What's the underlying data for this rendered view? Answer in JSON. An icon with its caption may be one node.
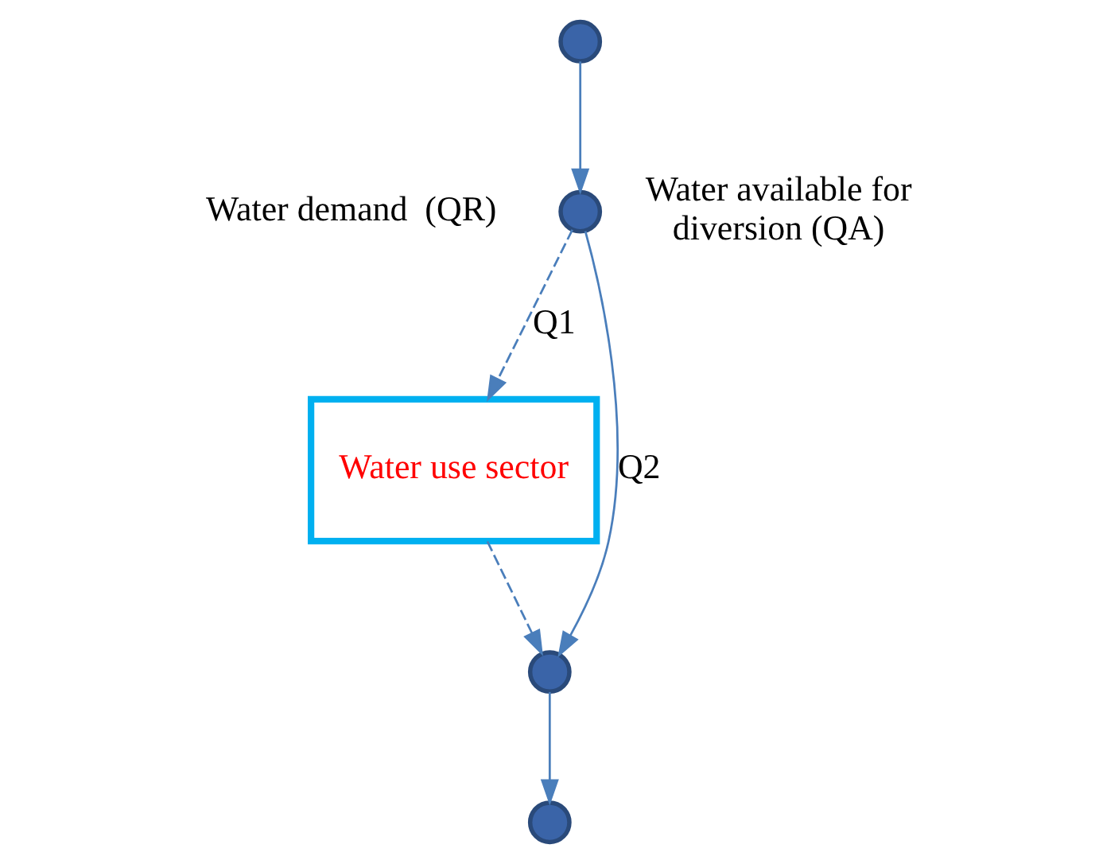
{
  "diagram": {
    "nodes": [
      {
        "text": [],
        "shape": "circle"
      },
      {
        "text": [],
        "shape": "circle",
        "beside": [
          "Water available for diversion (QA)"
        ]
      },
      {
        "text": [
          "Water use sector"
        ]
      },
      {
        "text": [],
        "shape": "circle"
      },
      {
        "text": [],
        "shape": "circle"
      }
    ],
    "edges": [
      {
        "from": 0,
        "to": 1,
        "arrow": "to"
      },
      {
        "from": 1,
        "to": 2,
        "arrow": "to",
        "style": "dashed",
        "label": "Q1"
      },
      {
        "from": 1,
        "to": 3,
        "arrow": "to",
        "label": "Q2"
      },
      {
        "from": 2,
        "to": 3,
        "arrow": "to",
        "style": "dashed"
      },
      {
        "from": 3,
        "to": 4,
        "arrow": "to"
      }
    ],
    "labels": [
      "Water demand  (QR)"
    ]
  }
}
